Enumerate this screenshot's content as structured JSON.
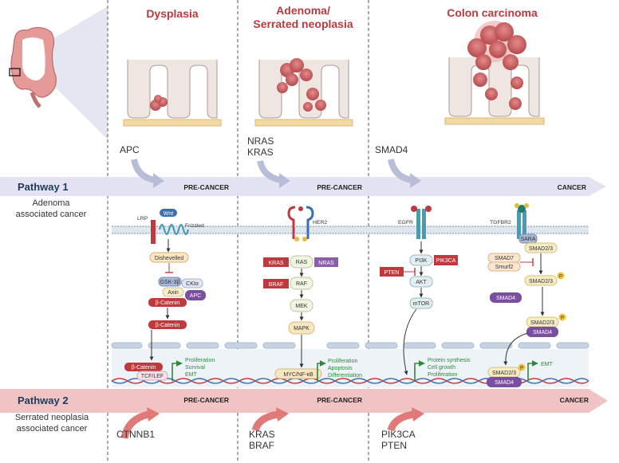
{
  "stages": {
    "dysplasia": "Dysplasia",
    "adenoma_line1": "Adenoma/",
    "adenoma_line2": "Serrated neoplasia",
    "carcinoma": "Colon carcinoma"
  },
  "pathway1": {
    "title": "Pathway 1",
    "sub_line1": "Adenoma",
    "sub_line2": "associated cancer",
    "genes": {
      "g1": "APC",
      "g2a": "NRAS",
      "g2b": "KRAS",
      "g3": "SMAD4"
    },
    "labels": {
      "pre1": "PRE-CANCER",
      "pre2": "PRE-CANCER",
      "cancer": "CANCER"
    }
  },
  "pathway2": {
    "title": "Pathway 2",
    "sub_line1": "Serrated neoplasia",
    "sub_line2": "associated cancer",
    "genes": {
      "g1": "CTNNB1",
      "g2a": "KRAS",
      "g2b": "BRAF",
      "g3a": "PIK3CA",
      "g3b": "PTEN"
    },
    "labels": {
      "pre1": "PRE-CANCER",
      "pre2": "PRE-CANCER",
      "cancer": "CANCER"
    }
  },
  "wnt": {
    "lrp": "LRP",
    "wnt": "Wnt",
    "frizzled": "Frizzled",
    "dishevelled": "Dishevelled",
    "gsk": "GSK-3β",
    "ckia": "CKIα",
    "axin": "Axin",
    "apc": "APC",
    "bcat1": "β-Catenin",
    "bcat2": "β-Catenin",
    "bcat3": "β-Catenin",
    "tcf": "TCF/LEF",
    "out1": "Proliferation",
    "out2": "Survival",
    "out3": "EMT"
  },
  "her2": {
    "receptor": "HER2",
    "kras": "KRAS",
    "ras": "RAS",
    "nras": "NRAS",
    "braf": "BRAF",
    "raf": "RAF",
    "mek": "MEK",
    "mapk": "MAPK",
    "myc": "MYC/NF-κB",
    "out1": "Proliferation",
    "out2": "Apoptosis",
    "out3": "Differentiation"
  },
  "egfr": {
    "receptor": "EGFR",
    "pi3k": "PI3K",
    "pik3ca": "PIK3CA",
    "pten": "PTEN",
    "akt": "AKT",
    "mtor": "mTOR",
    "out1": "Protein synthesis",
    "out2": "Cell growth",
    "out3": "Proliferation"
  },
  "tgfb": {
    "receptor": "TGFBR2",
    "sara": "SARA",
    "smad23a": "SMAD2/3",
    "smad7": "SMAD7",
    "smurf2": "Smurf2",
    "smad23b": "SMAD2/3",
    "smad4a": "SMAD4",
    "smad23c": "SMAD2/3",
    "smad4b": "SMAD4",
    "smad23d": "SMAD2/3",
    "smad4c": "SMAD4",
    "p1": "P",
    "p2": "P",
    "p3": "P",
    "emt": "EMT"
  },
  "colors": {
    "stage_title": "#b83a3f",
    "pathway1_band": "#dcdcf0",
    "pathway2_band": "#f2c6c6",
    "mutated": "#c0393c",
    "smad4": "#7a4fa0",
    "nras": "#8a5ea8",
    "node_fill": "#fde6c4",
    "outcome": "#2e8b3a"
  }
}
